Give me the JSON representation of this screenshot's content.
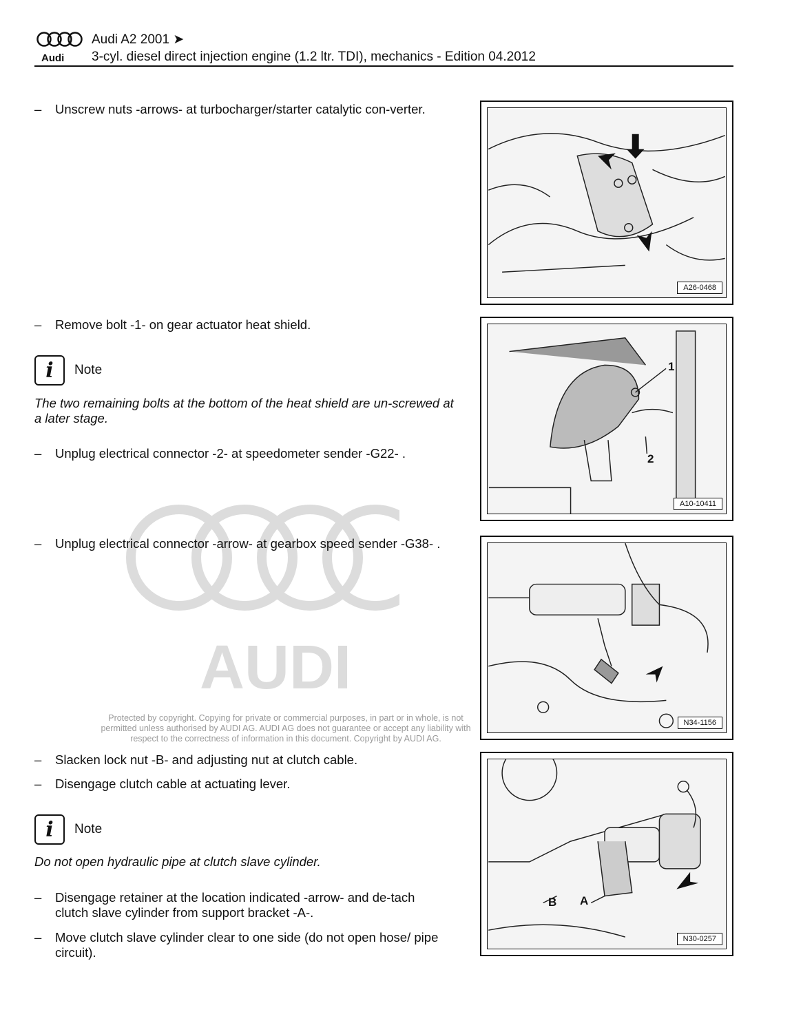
{
  "header": {
    "title": "Audi A2 2001 ➤",
    "subtitle": "3-cyl. diesel direct injection engine (1.2 ltr. TDI), mechanics - Edition 04.2012",
    "logo_text": "Audi"
  },
  "steps": [
    {
      "dash": "–",
      "text": "Unscrew nuts -arrows- at turbocharger/starter catalytic con-verter."
    },
    {
      "dash": "–",
      "text": "Remove bolt -1- on gear actuator heat shield."
    },
    {
      "dash": "–",
      "text": "Unplug electrical connector -2- at speedometer sender -G22- ."
    },
    {
      "dash": "–",
      "text": "Unplug electrical connector -arrow- at gearbox speed sender -G38- ."
    },
    {
      "dash": "–",
      "text": "Slacken lock nut -B- and adjusting nut at clutch cable."
    },
    {
      "dash": "–",
      "text": "Disengage clutch cable at actuating lever."
    },
    {
      "dash": "–",
      "text": "Disengage retainer at the location indicated -arrow- and de-tach clutch slave cylinder from support bracket -A-."
    },
    {
      "dash": "–",
      "text": "Move clutch slave cylinder clear to one side (do not open hose/ pipe circuit)."
    }
  ],
  "notes": [
    {
      "label": "Note",
      "icon": "i",
      "text": "The two remaining bolts at the bottom of the heat shield are un-screwed at a later stage."
    },
    {
      "label": "Note",
      "icon": "i",
      "text": "Do not open hydraulic pipe at clutch slave cylinder."
    }
  ],
  "figures": [
    {
      "label": "A26-0468"
    },
    {
      "label": "A10-10411",
      "callouts": [
        "1",
        "2"
      ]
    },
    {
      "label": "N34-1156"
    },
    {
      "label": "N30-0257",
      "callouts": [
        "B",
        "A"
      ]
    }
  ],
  "watermark": {
    "logo_text": "AUDI",
    "text": "Protected by copyright. Copying for private or commercial purposes, in part or in whole, is not permitted unless authorised by AUDI AG. AUDI AG does not guarantee or accept any liability with respect to the correctness of information in this document. Copyright by AUDI AG."
  }
}
